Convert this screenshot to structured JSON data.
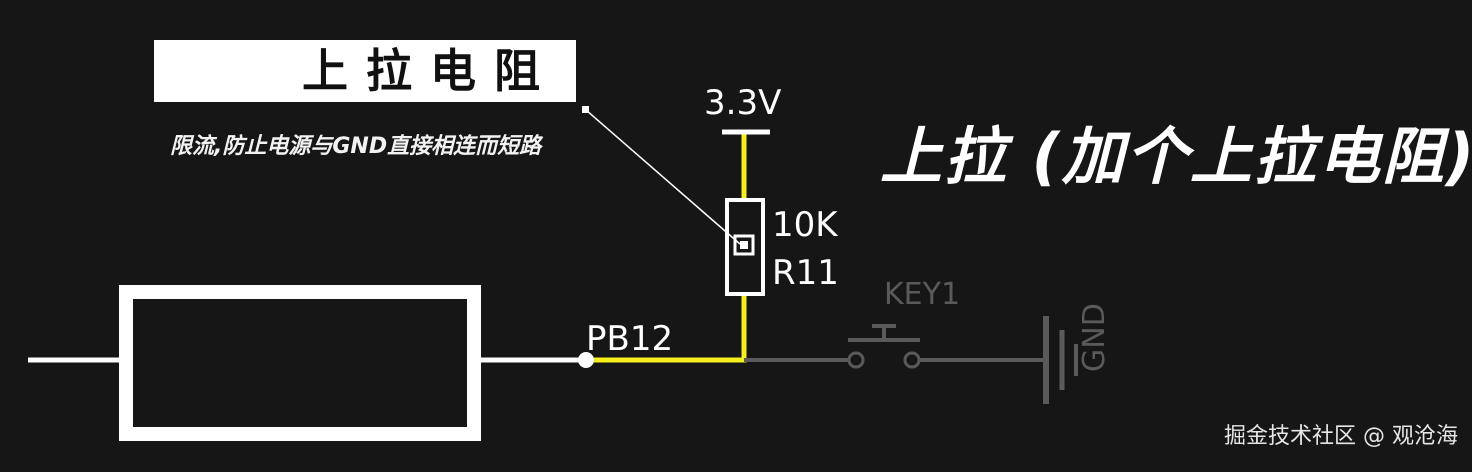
{
  "labels": {
    "pullup_tag": "上拉电阻",
    "pullup_note": "限流,防止电源与GND直接相连而短路",
    "main_title": "上拉 (加个上拉电阻)",
    "vcc": "3.3V",
    "resistor_value": "10K",
    "resistor_ref": "R11",
    "pin": "PB12",
    "key": "KEY1",
    "gnd": "GND"
  },
  "watermark": "掘金技术社区 @ 观沧海",
  "colors": {
    "background": "#161616",
    "wire": "#ffffff",
    "pullup_path": "#f5ef1f",
    "grey_part": "#5a5a5a"
  }
}
